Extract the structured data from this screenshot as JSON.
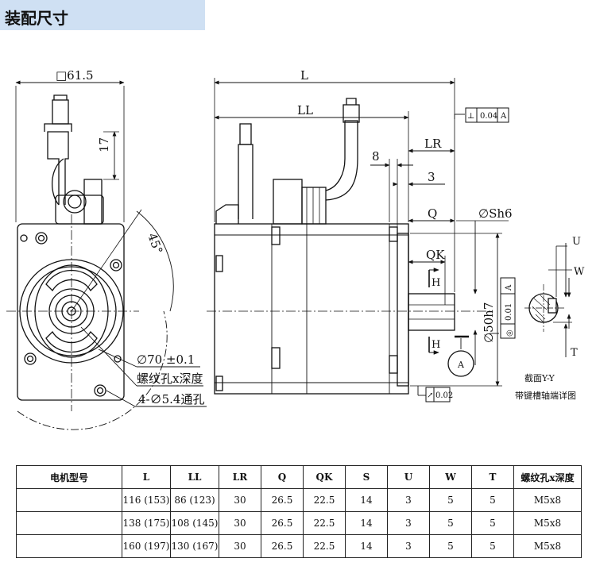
{
  "header": {
    "title": "装配尺寸"
  },
  "drawing": {
    "front": {
      "square": "□61.5",
      "dim17": "17",
      "angle": "45°",
      "bolt_circle": "∅70 ±0.1",
      "thread_hole": "螺纹孔x深度",
      "holes": "4-∅5.4通孔"
    },
    "side": {
      "L": "L",
      "LL": "LL",
      "LR": "LR",
      "d8": "8",
      "d3": "3",
      "Q": "Q",
      "QK": "QK",
      "Sh6": "∅Sh6",
      "shaft": "∅50h7",
      "H": "H",
      "datum": "A"
    },
    "tolerances": {
      "perp_symbol": "⊥",
      "perp_value": "0.04",
      "perp_datum": "A",
      "conc_symbol": "◎",
      "conc_value": "0.01",
      "conc_datum": "A",
      "runout_symbol": "↗",
      "runout_value": "0.02"
    },
    "section": {
      "U": "U",
      "W": "W",
      "T": "T",
      "title": "截面Y-Y",
      "caption": "带键槽轴端详图"
    }
  },
  "table": {
    "headers": [
      "电机型号",
      "L",
      "LL",
      "LR",
      "Q",
      "QK",
      "S",
      "U",
      "W",
      "T",
      "螺纹孔x深度"
    ],
    "rows": [
      [
        "",
        "116 (153)",
        "86 (123)",
        "30",
        "26.5",
        "22.5",
        "14",
        "3",
        "5",
        "5",
        "M5x8"
      ],
      [
        "",
        "138 (175)",
        "108 (145)",
        "30",
        "26.5",
        "22.5",
        "14",
        "3",
        "5",
        "5",
        "M5x8"
      ],
      [
        "",
        "160 (197)",
        "130 (167)",
        "30",
        "26.5",
        "22.5",
        "14",
        "3",
        "5",
        "5",
        "M5x8"
      ]
    ]
  }
}
